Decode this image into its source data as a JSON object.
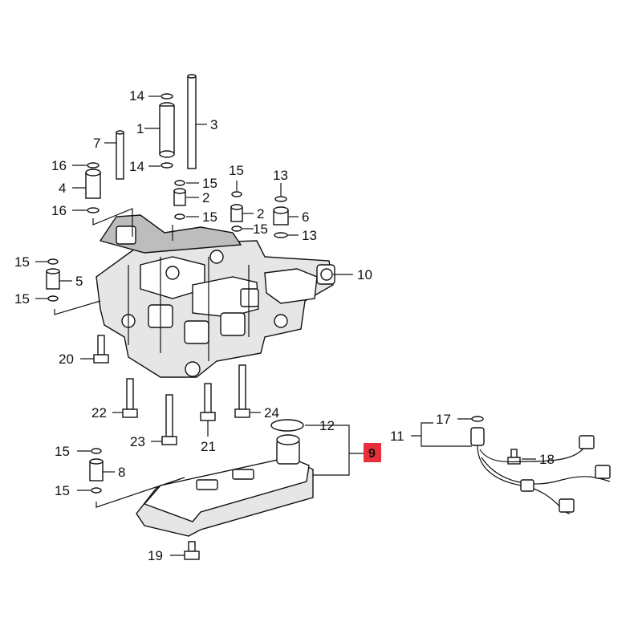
{
  "callouts": {
    "c1": "1",
    "c2a": "2",
    "c2b": "2",
    "c3": "3",
    "c4": "4",
    "c5": "5",
    "c6": "6",
    "c7": "7",
    "c8": "8",
    "c9": "9",
    "c10": "10",
    "c11": "11",
    "c12": "12",
    "c13a": "13",
    "c13b": "13",
    "c14a": "14",
    "c14b": "14",
    "c15a": "15",
    "c15b": "15",
    "c15c": "15",
    "c15d": "15",
    "c15e": "15",
    "c15f": "15",
    "c15g": "15",
    "c15h": "15",
    "c16a": "16",
    "c16b": "16",
    "c17": "17",
    "c18": "18",
    "c19": "19",
    "c20": "20",
    "c21": "21",
    "c22": "22",
    "c23": "23",
    "c24": "24"
  },
  "colors": {
    "highlight": "#e8303a",
    "ink": "#111111"
  }
}
